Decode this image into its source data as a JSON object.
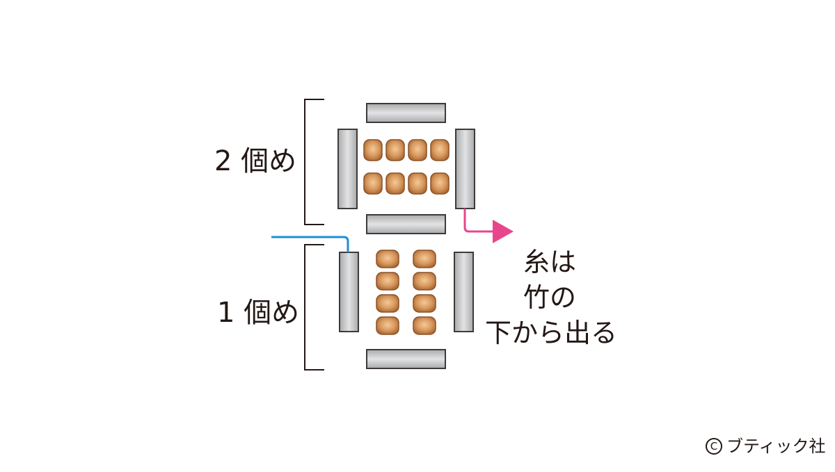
{
  "diagram": {
    "labels": {
      "second_piece": "2 個め",
      "first_piece": "1 個め"
    },
    "note_lines": [
      "糸は",
      "竹の",
      "下から出る"
    ],
    "credit": {
      "symbol": "C",
      "text": "ブティック社"
    },
    "colors": {
      "bamboo_fill": "#c8c9ca",
      "bamboo_stroke": "#3e3a39",
      "bead_fill": "#c9834a",
      "bead_stroke": "#8a5228",
      "thread_blue": "#1e8fd6",
      "thread_pink": "#e8468c",
      "bracket": "#231815"
    },
    "icons": {
      "arrow": "arrow-right-icon",
      "copyright": "copyright-icon"
    }
  }
}
